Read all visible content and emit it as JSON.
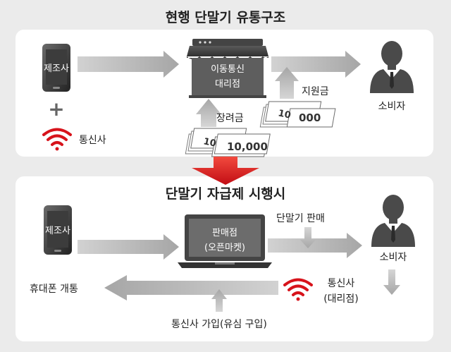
{
  "top": {
    "title": "현행 단말기 유통구조",
    "manufacturer": "제조사",
    "plus": "+",
    "carrier": "통신사",
    "dealer_line1": "이동통신",
    "dealer_line2": "대리점",
    "incentive": "장려금",
    "subsidy": "지원금",
    "consumer": "소비자",
    "bill_number": "10,000"
  },
  "bottom": {
    "title": "단말기 자급제 시행시",
    "manufacturer": "제조사",
    "store_line1": "판매점",
    "store_line2": "(오픈마켓)",
    "device_sale": "단말기 판매",
    "consumer": "소비자",
    "carrier_line1": "통신사",
    "carrier_line2": "(대리점)",
    "phone_open": "휴대폰 개통",
    "sign_up": "통신사 가입(유심 구입)"
  },
  "colors": {
    "background": "#ebebeb",
    "panel": "#ffffff",
    "arrow_gray": "#a9a9a9",
    "accent_red": "#d7131b",
    "dark": "#3f3f3f",
    "label_blue": "#ffffff"
  },
  "icons": {
    "manufacturer": "smartphone-icon",
    "carrier": "wifi-icon",
    "dealer": "storefront-icon",
    "store": "laptop-icon",
    "consumer": "person-icon",
    "money": "banknote-icon"
  }
}
